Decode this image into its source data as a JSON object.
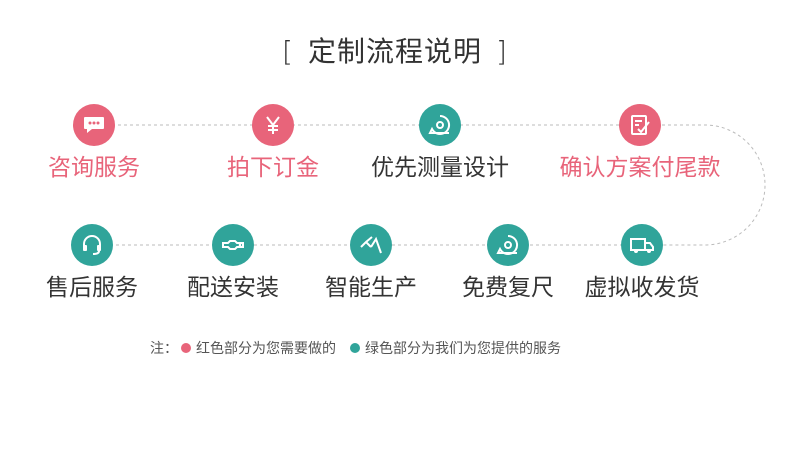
{
  "title": {
    "text": "定制流程说明",
    "open_bracket": "[",
    "close_bracket": "]"
  },
  "colors": {
    "red": "#e8647a",
    "teal": "#30a49a",
    "line": "#bbbbbb"
  },
  "row1": [
    {
      "label": "咨询服务",
      "group": "red",
      "icon": "chat-bubble-icon",
      "label_color": "red"
    },
    {
      "label": "拍下订金",
      "group": "red",
      "icon": "yen-icon",
      "label_color": "red"
    },
    {
      "label": "优先测量设计",
      "group": "teal",
      "icon": "measuring-tape-icon",
      "label_color": "dark"
    },
    {
      "label": "确认方案付尾款",
      "group": "red",
      "icon": "checklist-icon",
      "label_color": "red"
    }
  ],
  "row2": [
    {
      "label": "售后服务",
      "group": "teal",
      "icon": "headset-icon"
    },
    {
      "label": "配送安装",
      "group": "teal",
      "icon": "wrench-icon"
    },
    {
      "label": "智能生产",
      "group": "teal",
      "icon": "tools-icon"
    },
    {
      "label": "免费复尺",
      "group": "teal",
      "icon": "measuring-tape-icon"
    },
    {
      "label": "虚拟收发货",
      "group": "teal",
      "icon": "truck-icon"
    }
  ],
  "note": {
    "prefix": "注：",
    "red_text": "红色部分为您需要做的",
    "teal_text": "绿色部分为我们为您提供的服务"
  }
}
